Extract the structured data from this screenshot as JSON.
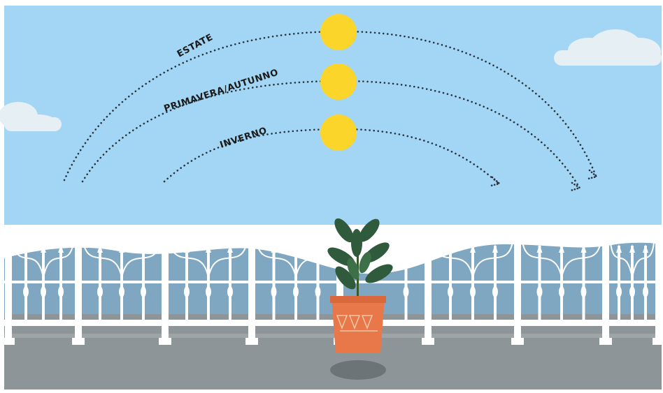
{
  "labels": {
    "summer": "ESTATE",
    "spring_autumn": "PRIMAVERA/AUTUNNO",
    "winter": "INVERNO"
  },
  "colors": {
    "sky": "#a3d6f4",
    "sun": "#fcd52a",
    "ground": "#8e9598",
    "railing": "#ffffff",
    "mountains": "#7fa7c2",
    "pot": "#e8784a",
    "leaves": "#2f5a3b",
    "path_dots": "#2a3440"
  },
  "icons": [
    "sun-icon",
    "cloud-icon",
    "potted-plant-icon",
    "arrowhead-icon"
  ]
}
